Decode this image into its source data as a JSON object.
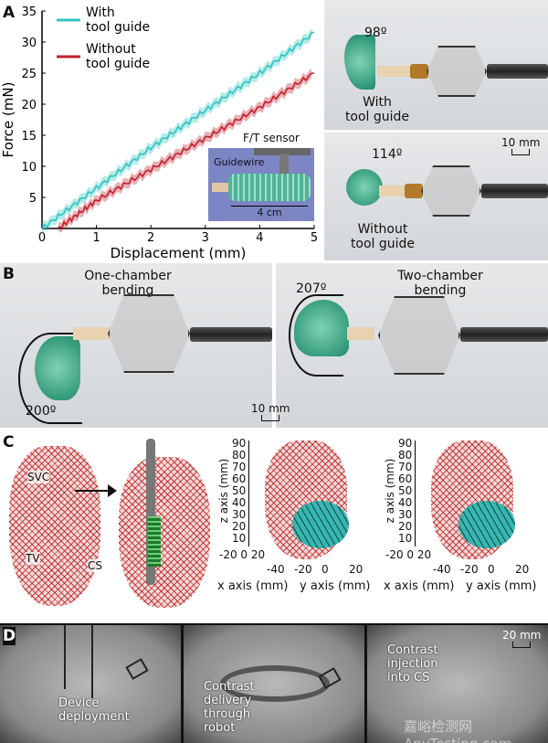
{
  "panels": {
    "a": "A",
    "b": "B",
    "c": "C",
    "d": "D"
  },
  "chart_data": {
    "type": "line",
    "xlabel": "Displacement (mm)",
    "ylabel": "Force (mN)",
    "xlim": [
      0,
      5
    ],
    "ylim": [
      0,
      35
    ],
    "xticks": [
      "0",
      "1",
      "2",
      "3",
      "4",
      "5"
    ],
    "yticks": [
      "5",
      "10",
      "15",
      "20",
      "25",
      "30",
      "35"
    ],
    "legend_position": "top-left",
    "series": [
      {
        "name": "With tool guide",
        "label1": "With",
        "label2": "tool guide",
        "color": "#2ec4c0",
        "x": [
          0,
          1,
          2,
          3,
          4,
          5
        ],
        "y": [
          0,
          6.5,
          13,
          19,
          25,
          31.5
        ]
      },
      {
        "name": "Without tool guide",
        "label1": "Without",
        "label2": "tool guide",
        "color": "#c0202a",
        "x": [
          0.3,
          1,
          2,
          3,
          4,
          5
        ],
        "y": [
          0,
          4.5,
          9.5,
          14.5,
          19.5,
          25
        ]
      }
    ],
    "inset": {
      "sensor": "F/T sensor",
      "guidewire": "Guidewire",
      "scale": "4 cm"
    }
  },
  "a_photos": {
    "top_angle": "98º",
    "top_l1": "With",
    "top_l2": "tool guide",
    "bottom_angle": "114º",
    "bottom_l1": "Without",
    "bottom_l2": "tool guide",
    "scale": "10 mm"
  },
  "b_photos": {
    "left_l1": "One-chamber",
    "left_l2": "bending",
    "left_angle": "200º",
    "right_l1": "Two-chamber",
    "right_l2": "bending",
    "right_angle": "207º",
    "scale": "10 mm"
  },
  "c": {
    "svc": "SVC",
    "tv": "TV",
    "cs": "CS",
    "zlabel": "z axis (mm)",
    "ylabel": "y axis (mm)",
    "xlabel": "x axis (mm)",
    "zticks": [
      "90",
      "80",
      "70",
      "60",
      "50",
      "40",
      "30",
      "20",
      "10"
    ],
    "yticks": [
      "-40",
      "-20",
      "0",
      "20"
    ],
    "xticks": [
      "-20",
      "0",
      "20"
    ]
  },
  "d": {
    "l1a": "Device",
    "l1b": "deployment",
    "l2a": "Contrast",
    "l2b": "delivery",
    "l2c": "through",
    "l2d": "robot",
    "l3a": "Contrast",
    "l3b": "injection",
    "l3c": "into CS",
    "scale": "20 mm",
    "watermark": "嘉峪检测网 AnyTesting.com"
  }
}
